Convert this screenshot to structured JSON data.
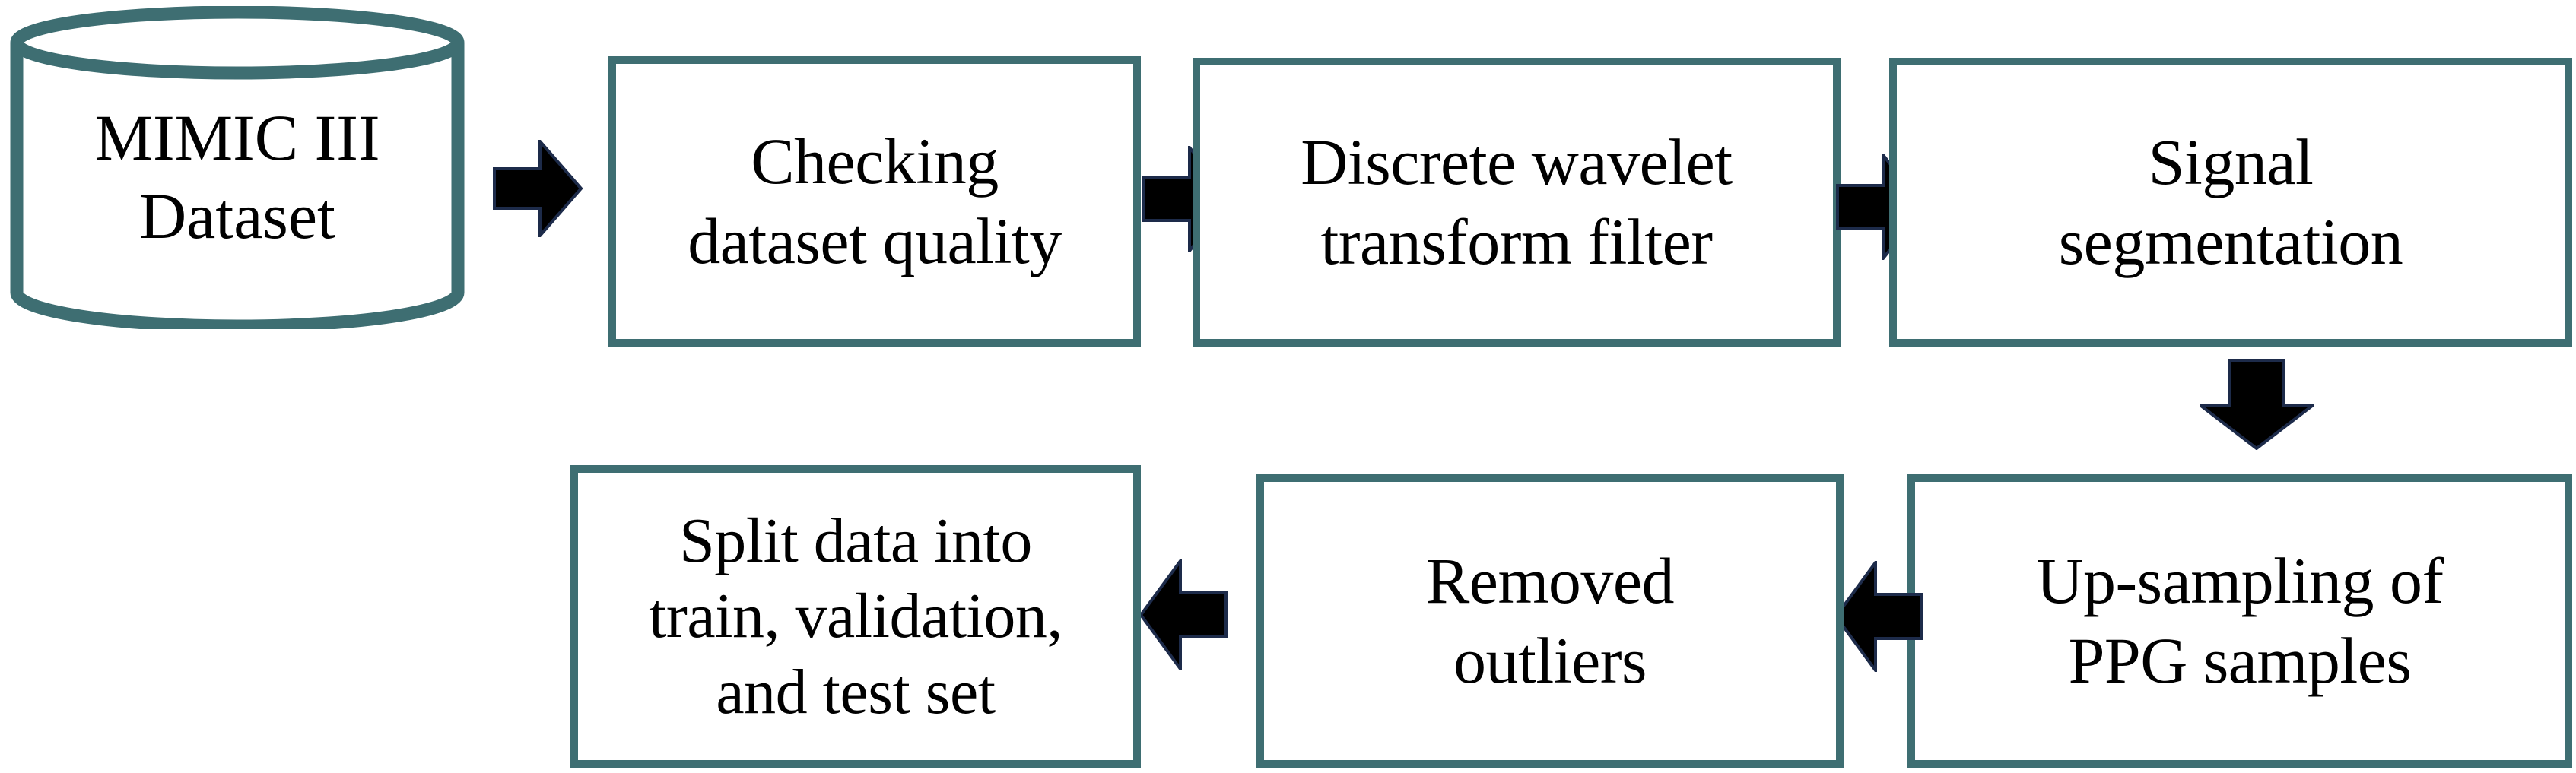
{
  "figure": {
    "type": "flowchart",
    "orientation": "serpentine-two-rows",
    "background_color": "#ffffff",
    "accent_color": "#3e6e72",
    "arrow_color": "#000000",
    "text_color": "#000000"
  },
  "nodes": [
    {
      "id": "mimic-dataset",
      "shape": "cylinder",
      "label": "MIMIC III\nDataset",
      "row": 1,
      "order": 1
    },
    {
      "id": "checking-dataset-quality",
      "shape": "rectangle",
      "label": "Checking\ndataset quality",
      "row": 1,
      "order": 2
    },
    {
      "id": "discrete-wavelet-transform-filter",
      "shape": "rectangle",
      "label": "Discrete wavelet\ntransform filter",
      "row": 1,
      "order": 3
    },
    {
      "id": "signal-segmentation",
      "shape": "rectangle",
      "label": "Signal\nsegmentation",
      "row": 1,
      "order": 4
    },
    {
      "id": "up-sampling-of-ppg-samples",
      "shape": "rectangle",
      "label": "Up-sampling of\nPPG samples",
      "row": 2,
      "order": 5
    },
    {
      "id": "removed-outliers",
      "shape": "rectangle",
      "label": "Removed\noutliers",
      "row": 2,
      "order": 6
    },
    {
      "id": "split-data",
      "shape": "rectangle",
      "label": "Split data into\ntrain, validation,\nand test set",
      "row": 2,
      "order": 7
    }
  ],
  "connectors": [
    {
      "id": "arrow-1",
      "from": "mimic-dataset",
      "to": "checking-dataset-quality",
      "direction": "right"
    },
    {
      "id": "arrow-2",
      "from": "checking-dataset-quality",
      "to": "discrete-wavelet-transform-filter",
      "direction": "right"
    },
    {
      "id": "arrow-3",
      "from": "discrete-wavelet-transform-filter",
      "to": "signal-segmentation",
      "direction": "right"
    },
    {
      "id": "arrow-4",
      "from": "signal-segmentation",
      "to": "up-sampling-of-ppg-samples",
      "direction": "down"
    },
    {
      "id": "arrow-5",
      "from": "up-sampling-of-ppg-samples",
      "to": "removed-outliers",
      "direction": "left"
    },
    {
      "id": "arrow-6",
      "from": "removed-outliers",
      "to": "split-data",
      "direction": "left"
    }
  ]
}
